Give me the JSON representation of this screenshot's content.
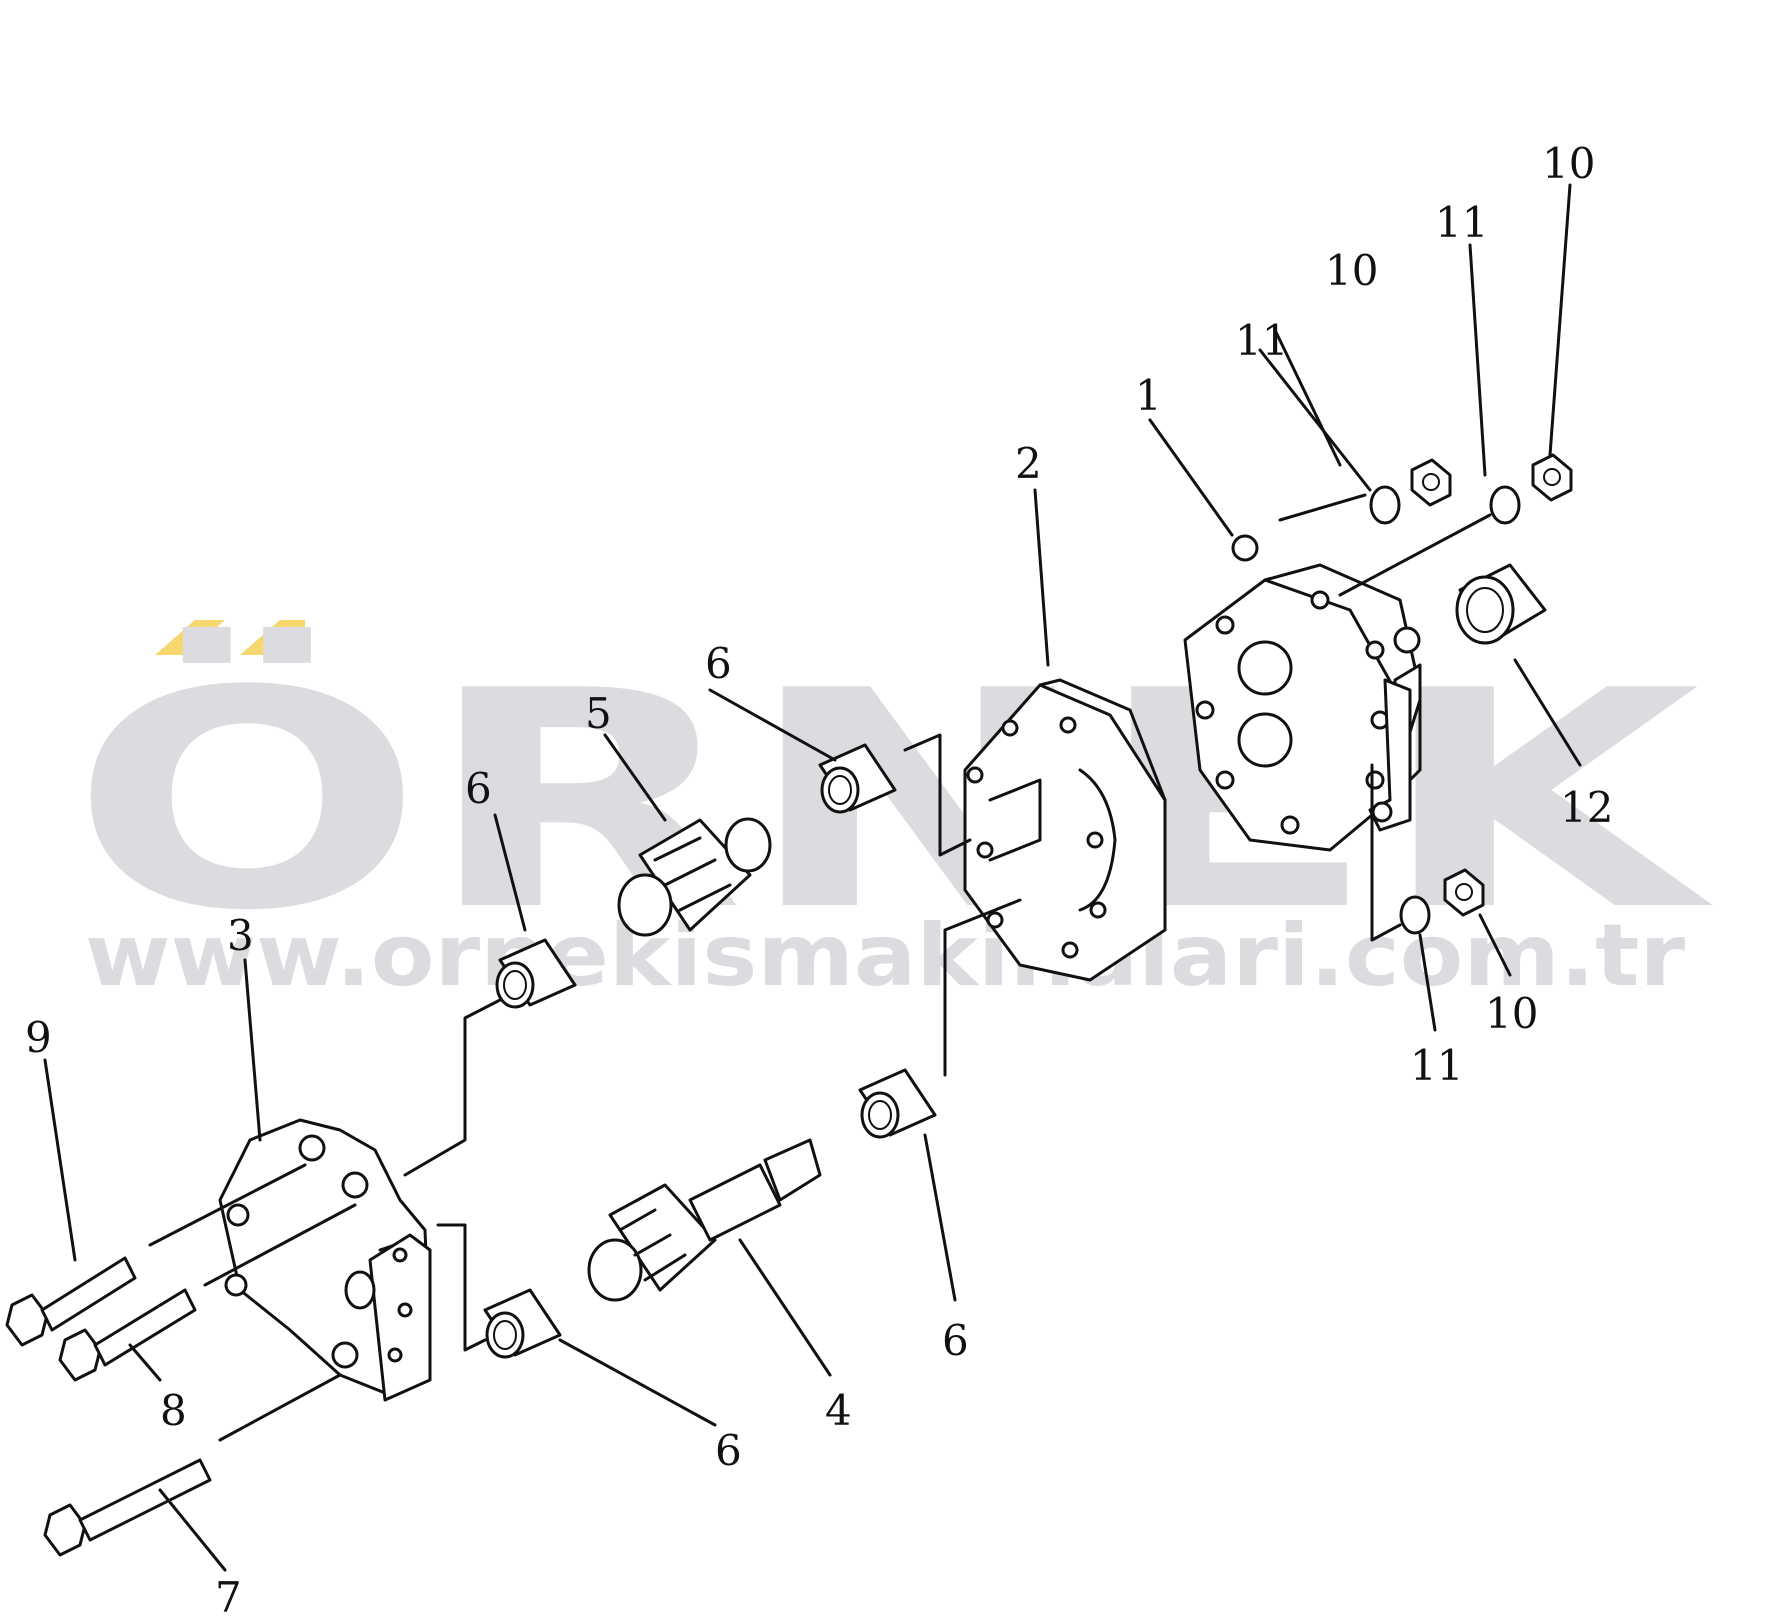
{
  "watermark": {
    "word": "ÖRNEK",
    "url": "www.ornekismakinalari.com.tr",
    "text_color": "#dcdce0",
    "accent_color": "#f5d76e"
  },
  "callouts": [
    {
      "label": "1",
      "part": "pump-cover"
    },
    {
      "label": "2",
      "part": "pump-body"
    },
    {
      "label": "3",
      "part": "front-flange"
    },
    {
      "label": "4",
      "part": "drive-gear-shaft"
    },
    {
      "label": "5",
      "part": "driven-gear"
    },
    {
      "label": "6",
      "part": "needle-bearing-upper-left"
    },
    {
      "label": "6",
      "part": "needle-bearing-upper-center"
    },
    {
      "label": "6",
      "part": "needle-bearing-lower-center"
    },
    {
      "label": "6",
      "part": "needle-bearing-lower-left"
    },
    {
      "label": "7",
      "part": "long-bolt"
    },
    {
      "label": "8",
      "part": "middle-bolt"
    },
    {
      "label": "9",
      "part": "short-bolt"
    },
    {
      "label": "10",
      "part": "nut-upper-left"
    },
    {
      "label": "10",
      "part": "nut-upper-right"
    },
    {
      "label": "10",
      "part": "nut-lower"
    },
    {
      "label": "11",
      "part": "washer-upper-left"
    },
    {
      "label": "11",
      "part": "washer-upper-right"
    },
    {
      "label": "11",
      "part": "washer-lower"
    },
    {
      "label": "12",
      "part": "oil-seal"
    }
  ]
}
